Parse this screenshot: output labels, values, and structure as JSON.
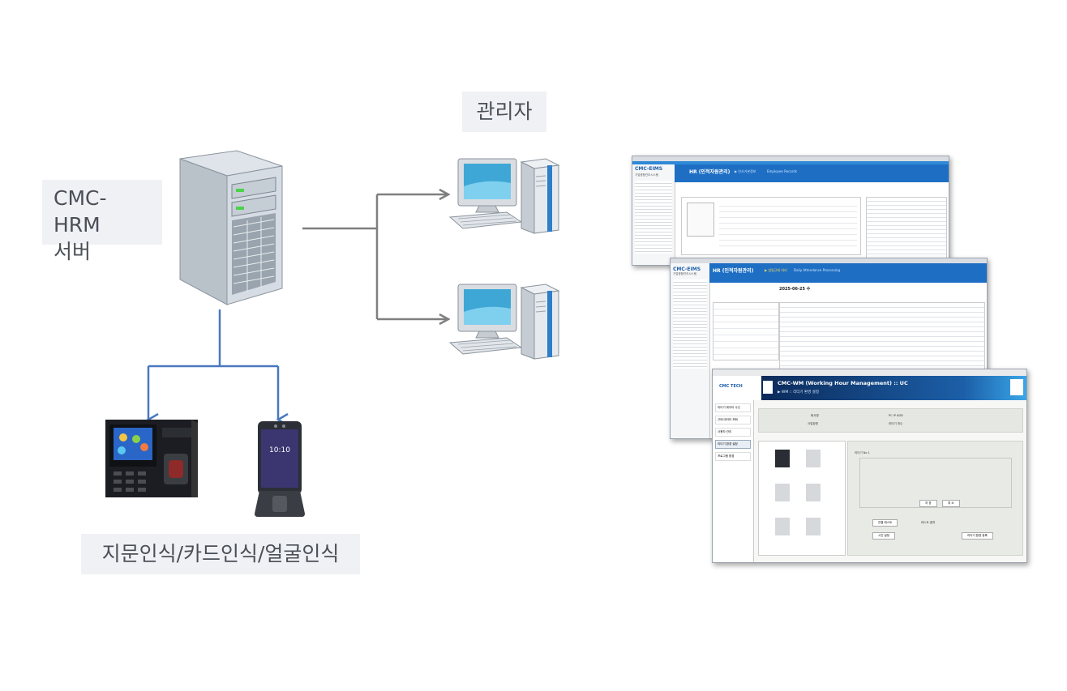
{
  "labels": {
    "server": [
      "CMC-HRM",
      "서버"
    ],
    "admin": "관리자",
    "biometric": "지문인식/카드인식/얼굴인식"
  },
  "windows": {
    "hr": {
      "logo": "CMC-EIMS",
      "logo_sub": "기업종합관리시스템",
      "title": "HR (인적자원관리)",
      "subtitle": "▶ 인사기본정보",
      "subtitle_en": "Employee Records"
    },
    "attendance": {
      "logo": "CMC-EIMS",
      "logo_sub": "기업종합관리시스템",
      "title": "HR (인적자원관리)",
      "subtitle": "▶ 일일근태 처리",
      "subtitle_en": "Daily Attendance Processing",
      "date": "2025-06-25 수"
    },
    "wm": {
      "logo": "CMC TECH",
      "title": "CMC-WM (Working Hour Management) :: UC",
      "subtitle": "▶ WM :: 리더기 환경 설정",
      "menu": [
        "리더기 데이터 수신",
        "근태 데이터 조회",
        "사용자 관리",
        "리더기 환경 설정",
        "프로그램 환경"
      ],
      "form_labels": [
        "회사명",
        "사업장명",
        "PC IP ADD",
        "리더기 개수"
      ],
      "reader_title": "리더기 No 1",
      "buttons": [
        "저 장",
        "취 소",
        "연결 테스트",
        "시간 설정",
        "리더기 환경 등록"
      ],
      "status": "테스트 결과"
    }
  },
  "colors": {
    "arrow_gray": "#7f7f7f",
    "arrow_blue": "#4a78c0",
    "label_bg": "#f0f1f4",
    "win_blue": "#1e6fc4"
  },
  "icons": [
    "server-icon",
    "desktop-computer-icon",
    "fingerprint-terminal-icon",
    "face-recognition-terminal-icon"
  ]
}
